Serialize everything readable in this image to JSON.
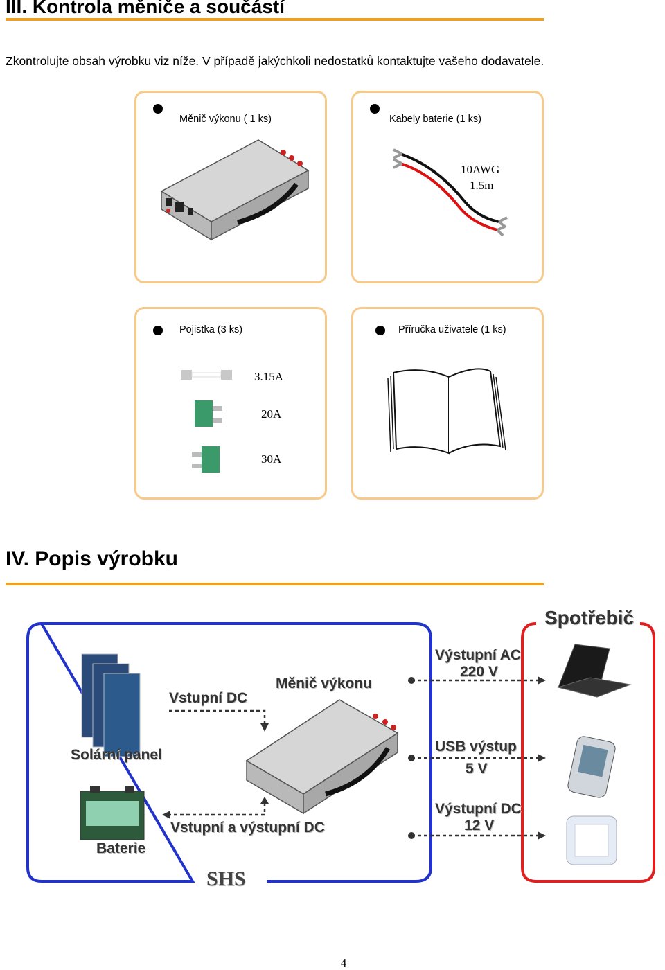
{
  "section3": {
    "title": "III. Kontrola měniče a součástí",
    "intro": "Zkontrolujte obsah výrobku viz níže. V případě jakýchkoli nedostatků kontaktujte vašeho dodavatele."
  },
  "items": {
    "inverter": {
      "label": "Měnič výkonu ( 1 ks)"
    },
    "cables": {
      "label": "Kabely baterie (1 ks)",
      "gauge": "10AWG",
      "length": "1.5m"
    },
    "fuses": {
      "label": "Pojistka (3 ks)",
      "values": [
        "3.15A",
        "20A",
        "30A"
      ]
    },
    "manual": {
      "label": "Příručka uživatele (1 ks)"
    }
  },
  "section4": {
    "title": "IV. Popis výrobku",
    "diagram": {
      "consumer_title": "Spotřebič",
      "solar_panel": "Solární panel",
      "input_dc": "Vstupní DC",
      "inverter": "Měnič výkonu",
      "battery": "Baterie",
      "input_output_dc": "Vstupní a výstupní DC",
      "output_ac_line1": "Výstupní AC",
      "output_ac_line2": "220 V",
      "usb_line1": "USB výstup",
      "usb_line2": "5 V",
      "output_dc_line1": "Výstupní DC",
      "output_dc_line2": "12 V",
      "system_label": "SHS"
    }
  },
  "page_number": "4",
  "colors": {
    "accent_rule": "#f0a020",
    "card_border": "#f7c98a",
    "blue_frame": "#2233cc",
    "red_frame": "#e02020"
  }
}
